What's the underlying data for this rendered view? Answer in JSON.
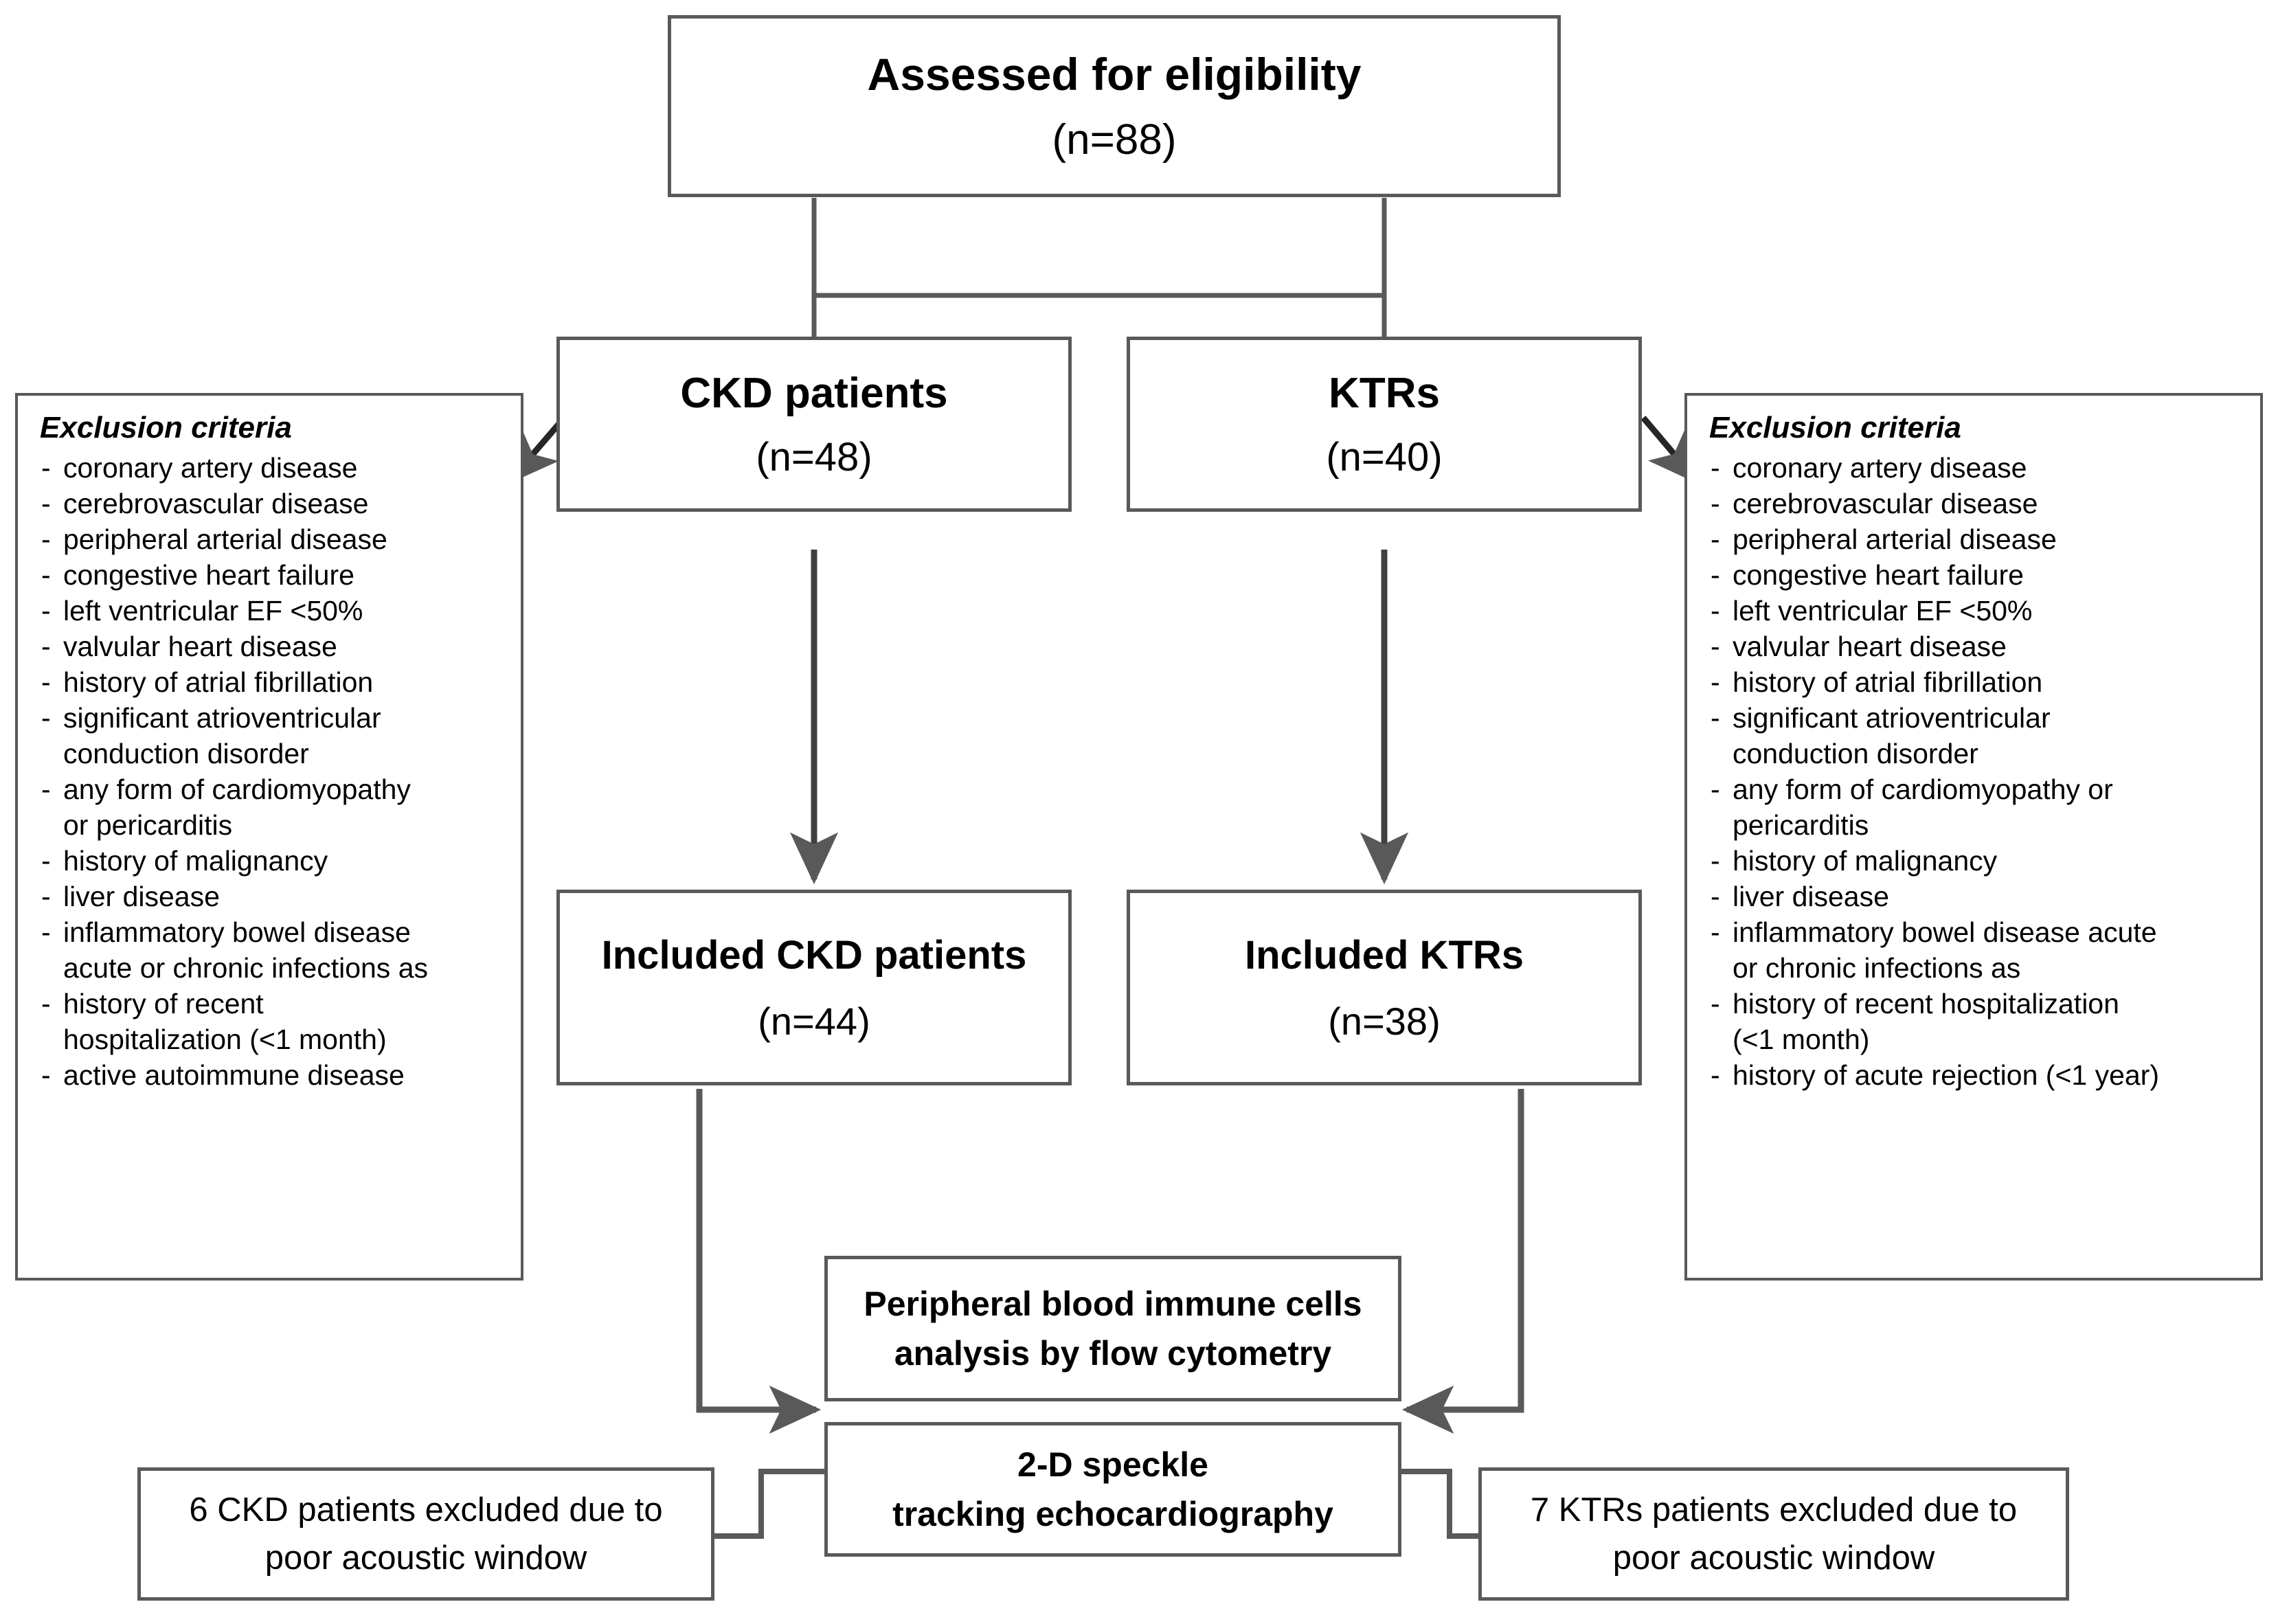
{
  "diagram": {
    "title": "Study flow diagram",
    "stroke_color": "#595959",
    "text_color": "#000000",
    "background": "#ffffff"
  },
  "nodes": {
    "assessed": {
      "line1": "Assessed for eligibility",
      "line2": "(n=88)"
    },
    "ckd": {
      "line1": "CKD patients",
      "line2": "(n=48)"
    },
    "ktrs": {
      "line1": "KTRs",
      "line2": "(n=40)"
    },
    "included_ckd": {
      "line1": "Included CKD patients",
      "line2": "(n=44)"
    },
    "included_ktrs": {
      "line1": "Included KTRs",
      "line2": "(n=38)"
    },
    "flow_cytometry": {
      "line1": "Peripheral blood immune cells",
      "line2": "analysis by flow cytometry"
    },
    "speckle": {
      "line1": "2-D speckle",
      "line2": "tracking echocardiography"
    },
    "excluded_ckd": {
      "line1": "6 CKD patients excluded due to",
      "line2": "poor acoustic window"
    },
    "excluded_ktrs": {
      "line1": "7 KTRs patients excluded due to",
      "line2": "poor acoustic window"
    }
  },
  "exclusion_left": {
    "title": "Exclusion criteria",
    "items": [
      {
        "dash": true,
        "text": "coronary artery disease"
      },
      {
        "dash": true,
        "text": "cerebrovascular disease"
      },
      {
        "dash": true,
        "text": " peripheral arterial disease"
      },
      {
        "dash": true,
        "text": "congestive heart failure"
      },
      {
        "dash": true,
        "text": "left ventricular EF <50%"
      },
      {
        "dash": true,
        "text": "valvular heart disease"
      },
      {
        "dash": true,
        "text": "history of atrial fibrillation"
      },
      {
        "dash": true,
        "text": "significant atrioventricular"
      },
      {
        "dash": false,
        "text": "conduction disorder"
      },
      {
        "dash": true,
        "text": " any form of cardiomyopathy"
      },
      {
        "dash": false,
        "text": "or pericarditis"
      },
      {
        "dash": true,
        "text": "history of malignancy"
      },
      {
        "dash": true,
        "text": "liver disease"
      },
      {
        "dash": true,
        "text": "inflammatory bowel disease"
      },
      {
        "dash": false,
        "text": "acute or chronic infections as"
      },
      {
        "dash": true,
        "text": "history of recent"
      },
      {
        "dash": false,
        "text": "hospitalization (<1 month)"
      },
      {
        "dash": true,
        "text": "active autoimmune disease"
      }
    ]
  },
  "exclusion_right": {
    "title": "Exclusion criteria",
    "items": [
      {
        "dash": true,
        "text": "coronary artery disease"
      },
      {
        "dash": true,
        "text": "cerebrovascular disease"
      },
      {
        "dash": true,
        "text": " peripheral arterial disease"
      },
      {
        "dash": true,
        "text": "congestive heart failure"
      },
      {
        "dash": true,
        "text": "left ventricular EF <50%"
      },
      {
        "dash": true,
        "text": "valvular heart disease"
      },
      {
        "dash": true,
        "text": "history of atrial fibrillation"
      },
      {
        "dash": true,
        "text": "significant atrioventricular"
      },
      {
        "dash": false,
        "text": "conduction disorder"
      },
      {
        "dash": true,
        "text": " any form of cardiomyopathy or"
      },
      {
        "dash": false,
        "text": "pericarditis"
      },
      {
        "dash": true,
        "text": "history of malignancy"
      },
      {
        "dash": true,
        "text": "liver disease"
      },
      {
        "dash": true,
        "text": "inflammatory bowel disease acute"
      },
      {
        "dash": false,
        "text": "or chronic infections as"
      },
      {
        "dash": true,
        "text": "history of recent hospitalization"
      },
      {
        "dash": false,
        "text": "(<1 month)"
      },
      {
        "dash": true,
        "text": "history of acute rejection (<1 year)"
      }
    ]
  }
}
